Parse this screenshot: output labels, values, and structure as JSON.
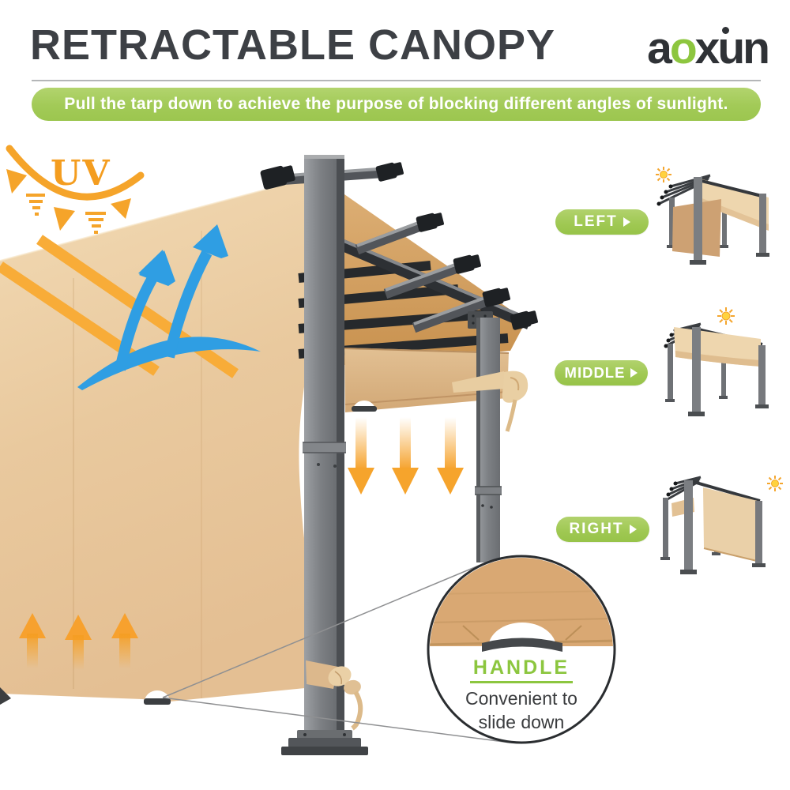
{
  "header": {
    "title": "RETRACTABLE CANOPY",
    "brand": {
      "a": "a",
      "o": "o",
      "x": "x",
      "un": "un"
    }
  },
  "banner": {
    "text": "Pull the tarp down to achieve the purpose of blocking different angles of sunlight."
  },
  "uv": {
    "label": "UV"
  },
  "positions": [
    {
      "label": "LEFT"
    },
    {
      "label": "MIDDLE"
    },
    {
      "label": "RIGHT"
    }
  ],
  "inset": {
    "title": "HANDLE",
    "line1": "Convenient to",
    "line2": "slide down"
  },
  "colors": {
    "banner_green": "#a6cd5f",
    "button_green": "#9fc853",
    "handle_green": "#8cc63f",
    "orange": "#f6a42c",
    "blue": "#2f9ee3",
    "canopy_beige": "#e8c89c",
    "frame_gray": "#6e7175",
    "title_gray": "#3d4045",
    "logo_dark": "#2f3236"
  }
}
